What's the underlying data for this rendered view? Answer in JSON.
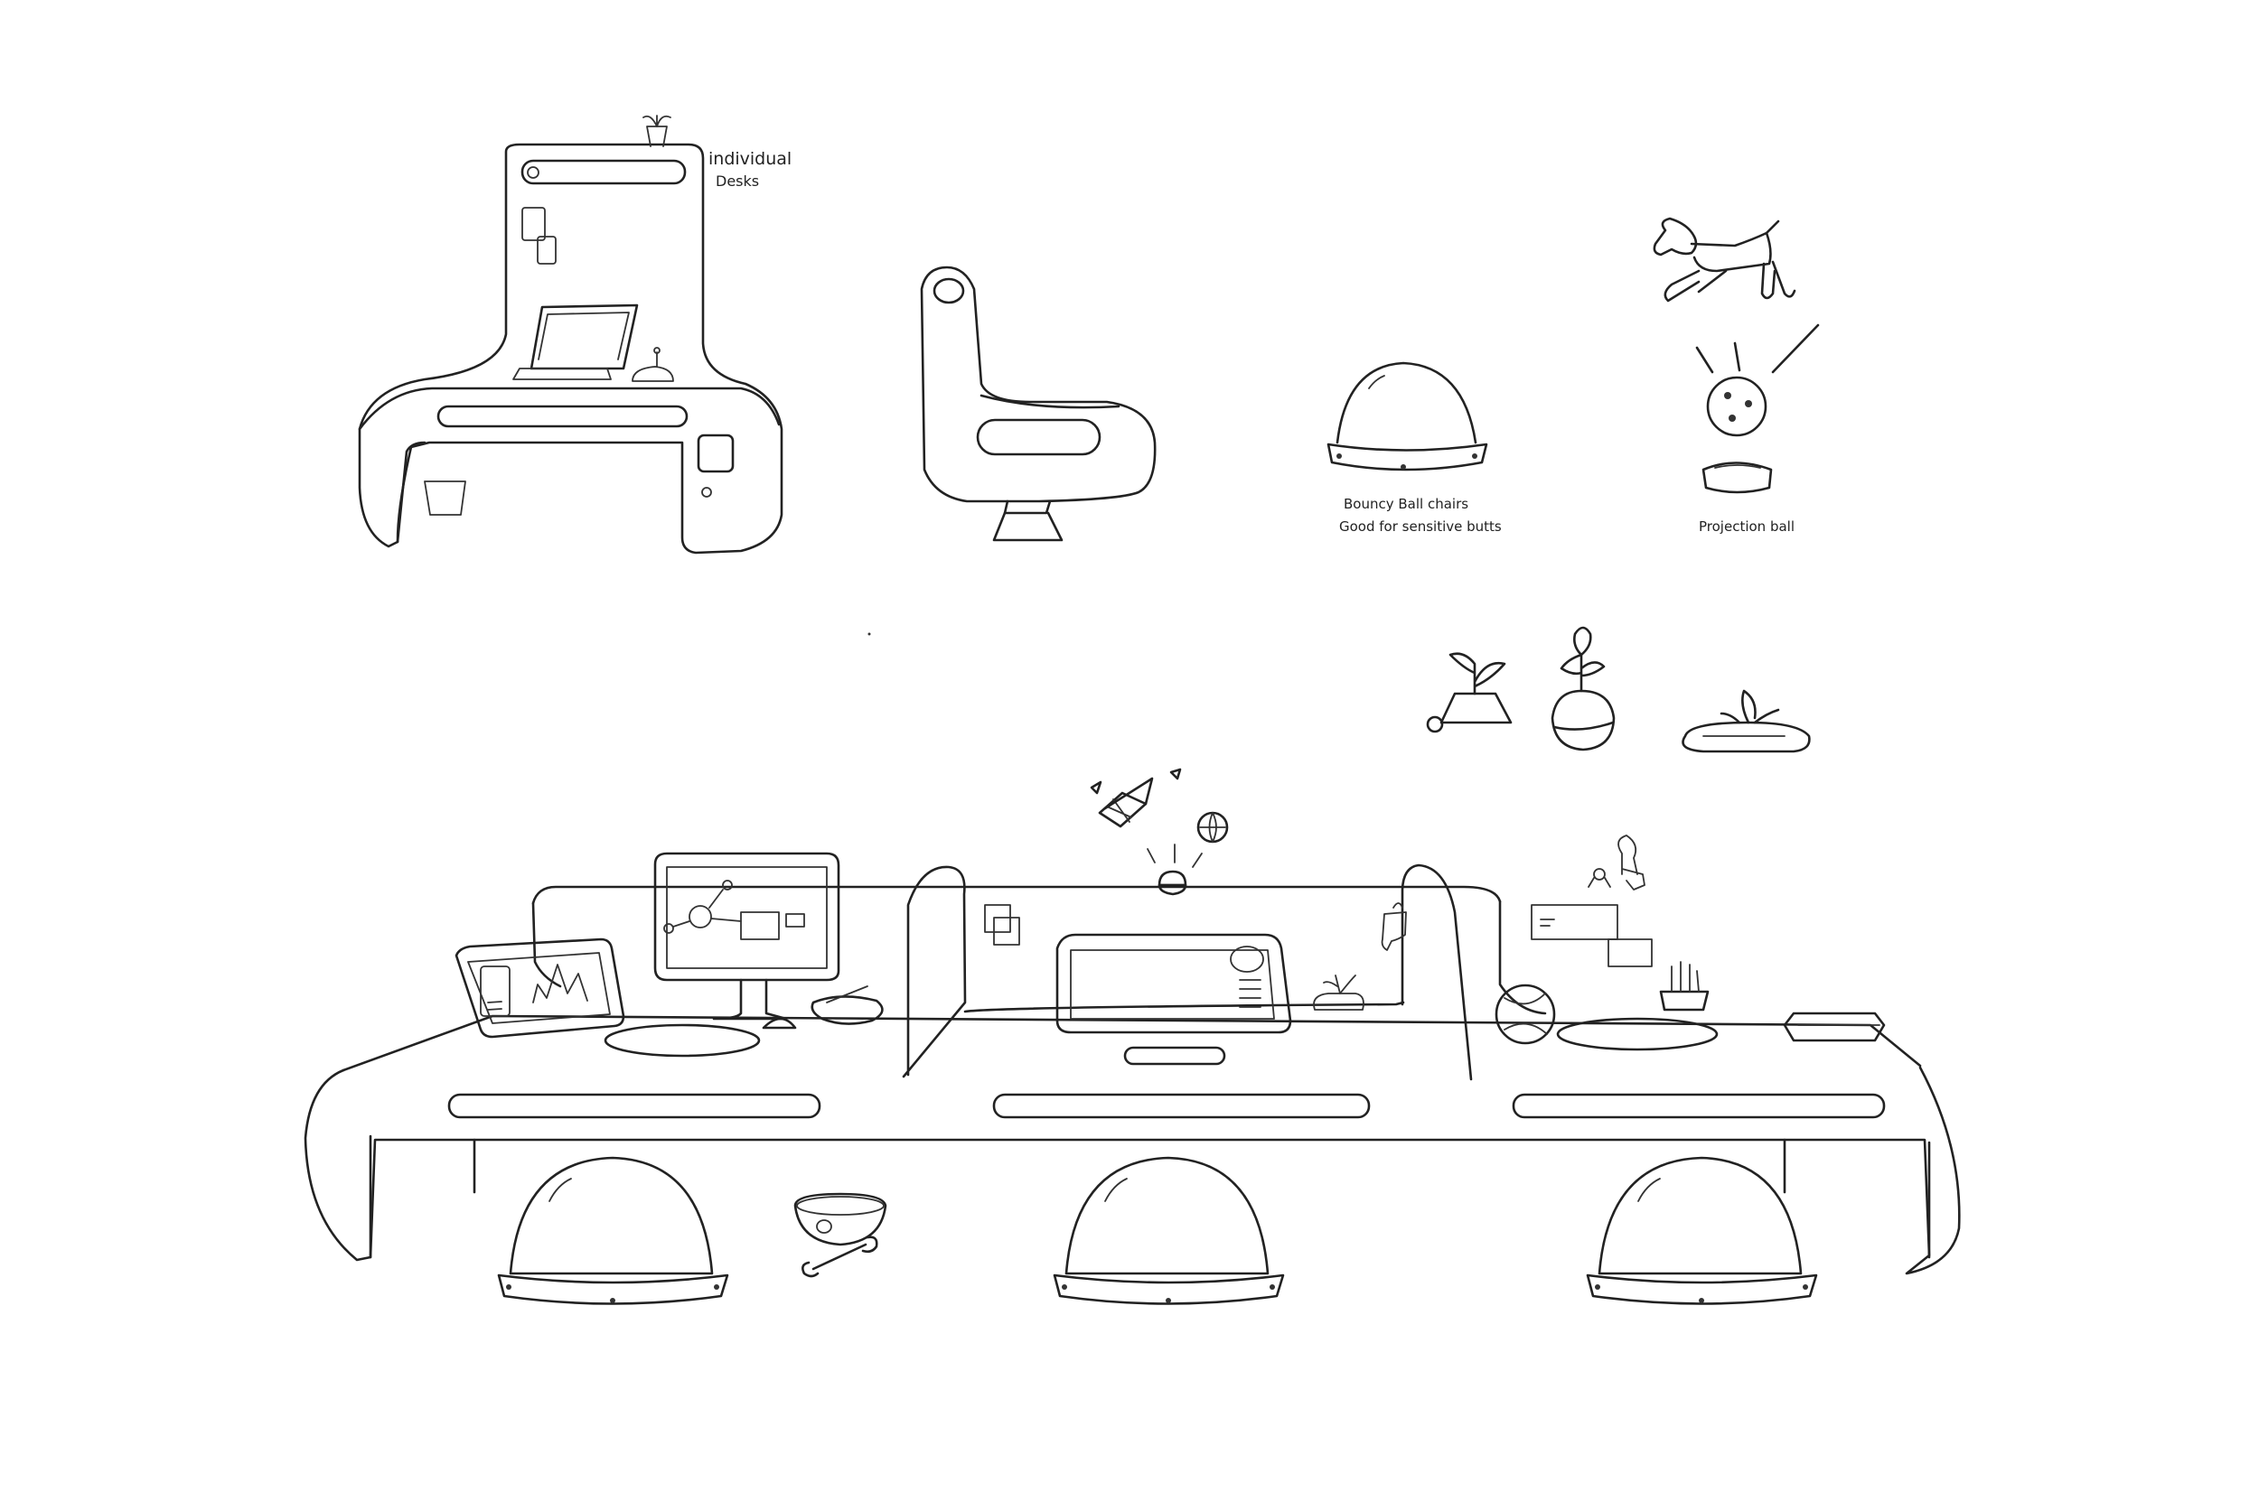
{
  "labels": {
    "individual_desks_line1": "individual",
    "individual_desks_line2": "Desks",
    "bouncy_line1": "Bouncy Ball chairs",
    "bouncy_line2": "Good for sensitive butts",
    "projection": "Projection ball"
  },
  "colors": {
    "ink": "#222222",
    "paper": "#ffffff"
  }
}
